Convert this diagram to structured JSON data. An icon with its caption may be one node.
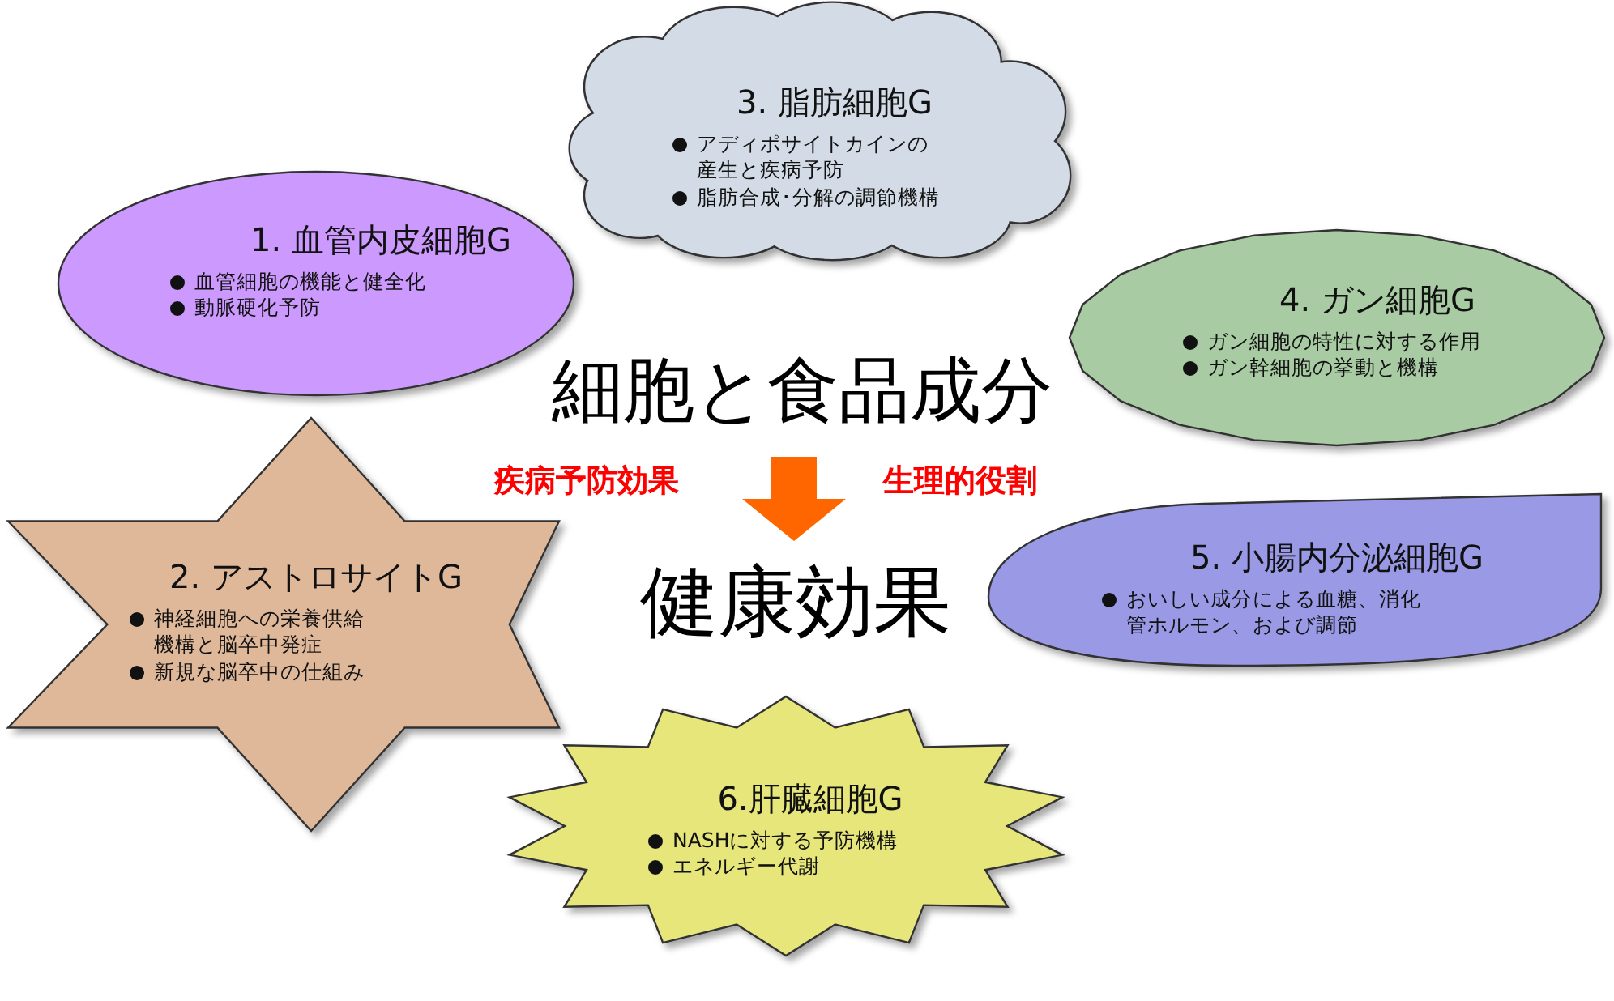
{
  "diagram": {
    "nodes": [
      {
        "text": [
          "1. 血管内皮細胞G",
          "血管細胞の機能と健全化",
          "動脈硬化予防"
        ]
      },
      {
        "text": [
          "2. アストロサイトG",
          "神経細胞への栄養供給機構と脳卒中発症",
          "新規な脳卒中の仕組み"
        ]
      },
      {
        "text": [
          "3. 脂肪細胞G",
          "アディポサイトカインの産生と疾病予防",
          "脂肪合成･分解の調節機構"
        ]
      },
      {
        "text": [
          "4. ガン細胞G",
          "ガン細胞の特性に対する作用",
          "ガン幹細胞の挙動と機構"
        ]
      },
      {
        "text": [
          "5. 小腸内分泌細胞G",
          "おいしい成分による血糖、消化管ホルモン、および調節"
        ]
      },
      {
        "text": [
          "6.肝臓細胞G",
          "NASHに対する予防機構",
          "エネルギー代謝"
        ]
      },
      {
        "text": [
          "細胞と食品成分"
        ]
      },
      {
        "text": [
          "健康効果"
        ]
      }
    ],
    "edges": [
      {
        "from": 6,
        "to": 7,
        "arrow": "to",
        "color": "#ff6600"
      }
    ],
    "labels": [
      "疾病予防効果",
      "生理的役割"
    ]
  }
}
